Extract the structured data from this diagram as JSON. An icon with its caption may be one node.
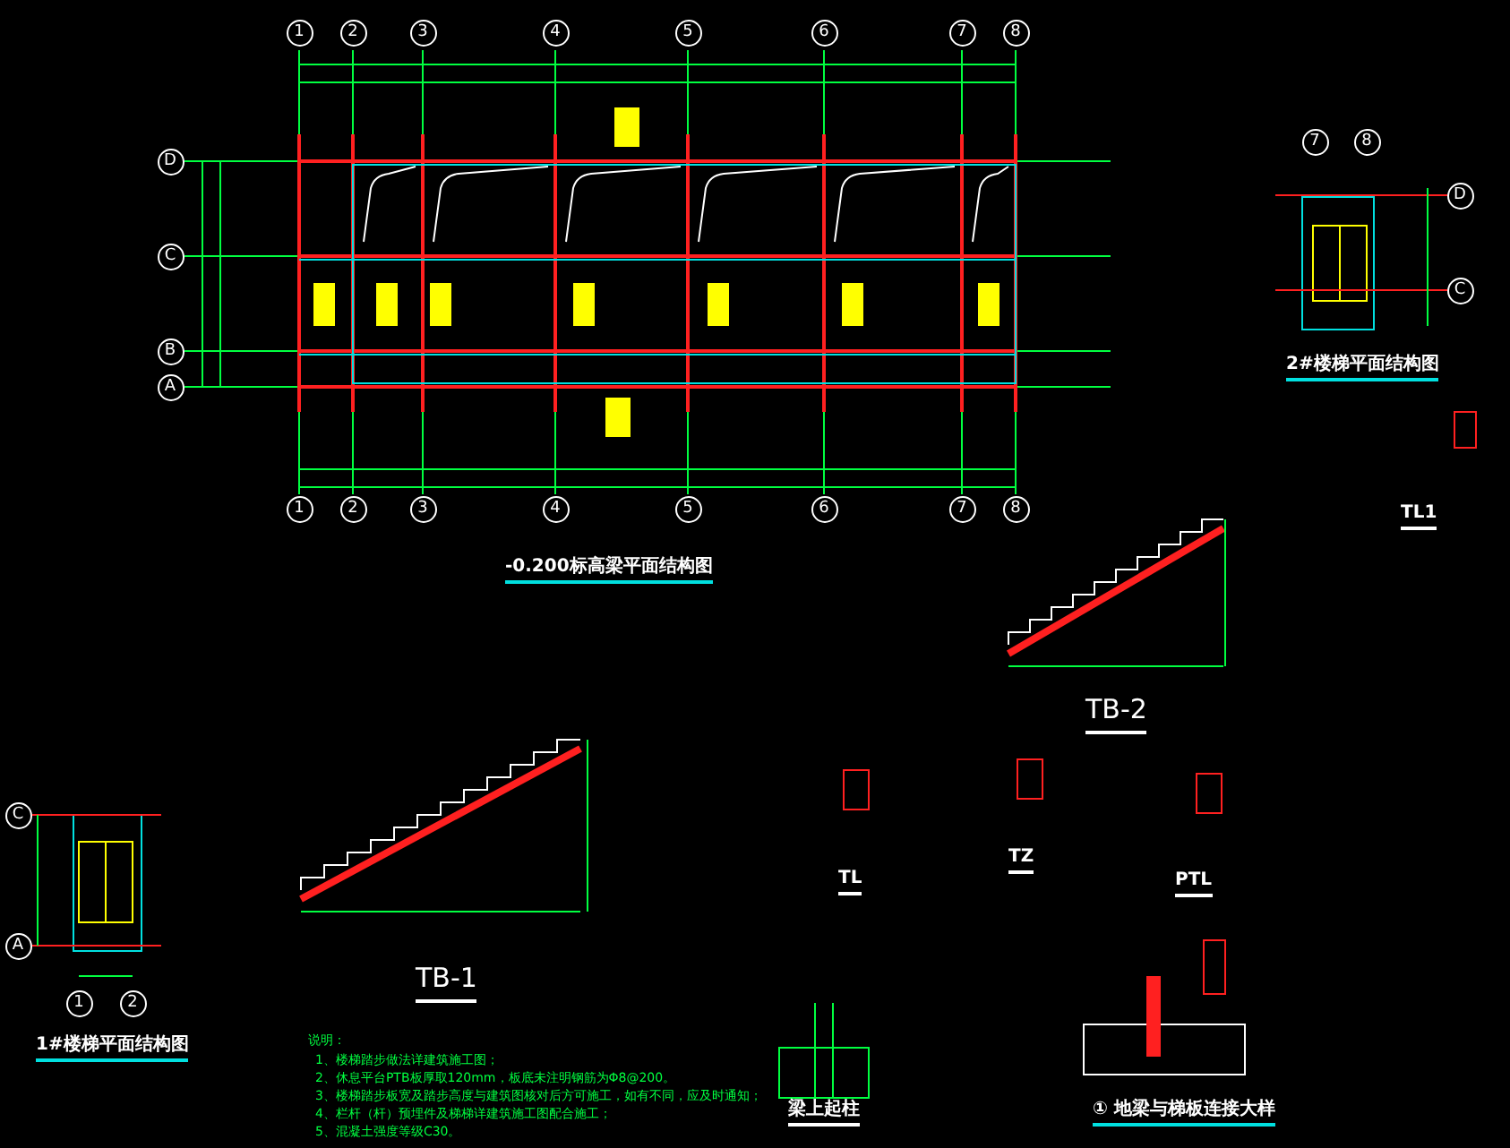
{
  "diagram": {
    "nodes": [
      {
        "text": [
          "1"
        ]
      },
      {
        "text": [
          "2"
        ]
      },
      {
        "text": [
          "3"
        ]
      },
      {
        "text": [
          "4"
        ]
      },
      {
        "text": [
          "5"
        ]
      },
      {
        "text": [
          "6"
        ]
      },
      {
        "text": [
          "7"
        ]
      },
      {
        "text": [
          "8"
        ]
      },
      {
        "text": [
          "D"
        ]
      },
      {
        "text": [
          "C"
        ]
      },
      {
        "text": [
          "B"
        ]
      },
      {
        "text": [
          "A"
        ]
      },
      {
        "text": [
          "1"
        ]
      },
      {
        "text": [
          "2"
        ]
      },
      {
        "text": [
          "3"
        ]
      },
      {
        "text": [
          "4"
        ]
      },
      {
        "text": [
          "5"
        ]
      },
      {
        "text": [
          "6"
        ]
      },
      {
        "text": [
          "7"
        ]
      },
      {
        "text": [
          "8"
        ]
      },
      {
        "text": [
          "7"
        ]
      },
      {
        "text": [
          "8"
        ]
      },
      {
        "text": [
          "D"
        ]
      },
      {
        "text": [
          "C"
        ]
      },
      {
        "text": [
          "C"
        ]
      },
      {
        "text": [
          "A"
        ]
      },
      {
        "text": [
          "1"
        ]
      },
      {
        "text": [
          "2"
        ]
      }
    ],
    "labels": [
      "-0.200标高梁平面结构图",
      "2#楼梯平面结构图",
      "TL1",
      "TB-2",
      "TB-1",
      "TL",
      "TZ",
      "PTL",
      "1#楼梯平面结构图",
      "说明：",
      "1、楼梯踏步做法详建筑施工图；",
      "2、休息平台PTB板厚取120mm，板底未注明钢筋为Φ8@200。",
      "3、楼梯踏步板宽及踏步高度与建筑图核对后方可施工，如有不同，应及时通知；",
      "4、栏杆（杆）预埋件及梯梯详建筑施工图配合施工；",
      "5、混凝土强度等级C30。",
      "梁上起柱",
      "① 地梁与梯板连接大样"
    ]
  }
}
